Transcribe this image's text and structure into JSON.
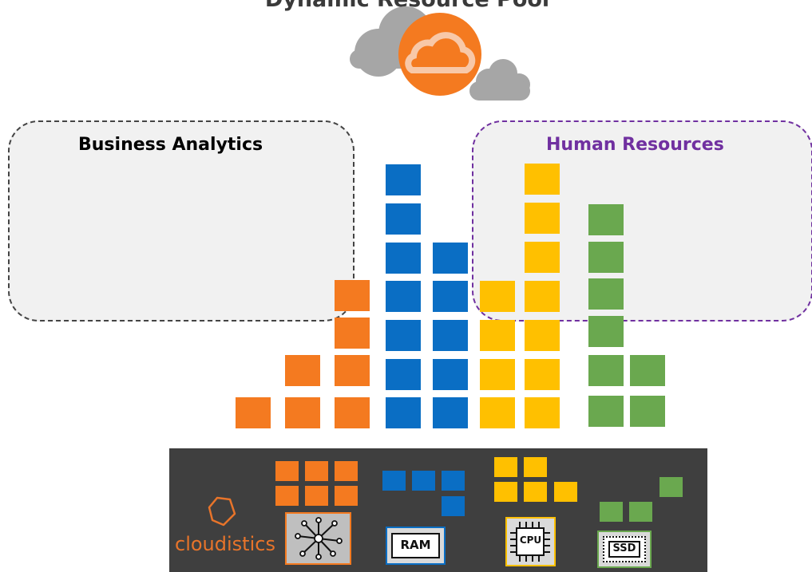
{
  "header": {
    "title": "Dynamic Resource Pool"
  },
  "groups": [
    {
      "label": "Business Analytics",
      "color": "#3a3a3a"
    },
    {
      "label": "Human Resources",
      "color": "#7030a0"
    }
  ],
  "colors": {
    "network": "#f47a20",
    "memory": "#0a6ec4",
    "compute": "#ffc000",
    "storage": "#6aa84f",
    "tray": "#3f3f3f",
    "cloud_accent": "#f47a20"
  },
  "resources": [
    {
      "name": "network",
      "icon": "network-hub-icon",
      "color": "#f47a20"
    },
    {
      "name": "memory",
      "icon": "ram-chip-icon",
      "label": "RAM",
      "color": "#0a6ec4"
    },
    {
      "name": "compute",
      "icon": "cpu-chip-icon",
      "label": "CPU",
      "color": "#ffc000"
    },
    {
      "name": "storage",
      "icon": "ssd-drive-icon",
      "label": "SSD",
      "color": "#6aa84f"
    }
  ],
  "brand": {
    "name": "cloudistics",
    "icon": "cloudistics-logo-icon"
  },
  "cloud": {
    "icon": "cloud-icon"
  }
}
